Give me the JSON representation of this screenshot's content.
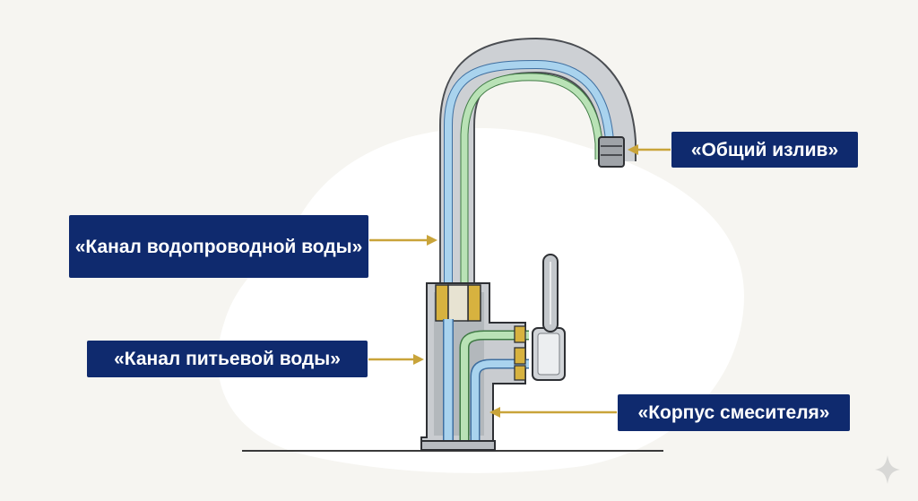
{
  "labels": {
    "spout": "«Общий излив»",
    "tap_water_channel": "«Канал водопроводной воды»",
    "drinking_water_channel": "«Канал питьевой воды»",
    "mixer_body": "«Корпус смесителя»"
  },
  "colors": {
    "background": "#f6f5f1",
    "label_fill": "#0f2a6e",
    "label_text": "#ffffff",
    "arrow": "#c9a43a",
    "tap_channel": "#a9d3ee",
    "drinking_channel": "#b9e2b6",
    "body_metal": "#c9ccd0",
    "brass_fitting": "#d7b23f"
  },
  "icons": {
    "watermark": "sparkle-icon"
  }
}
